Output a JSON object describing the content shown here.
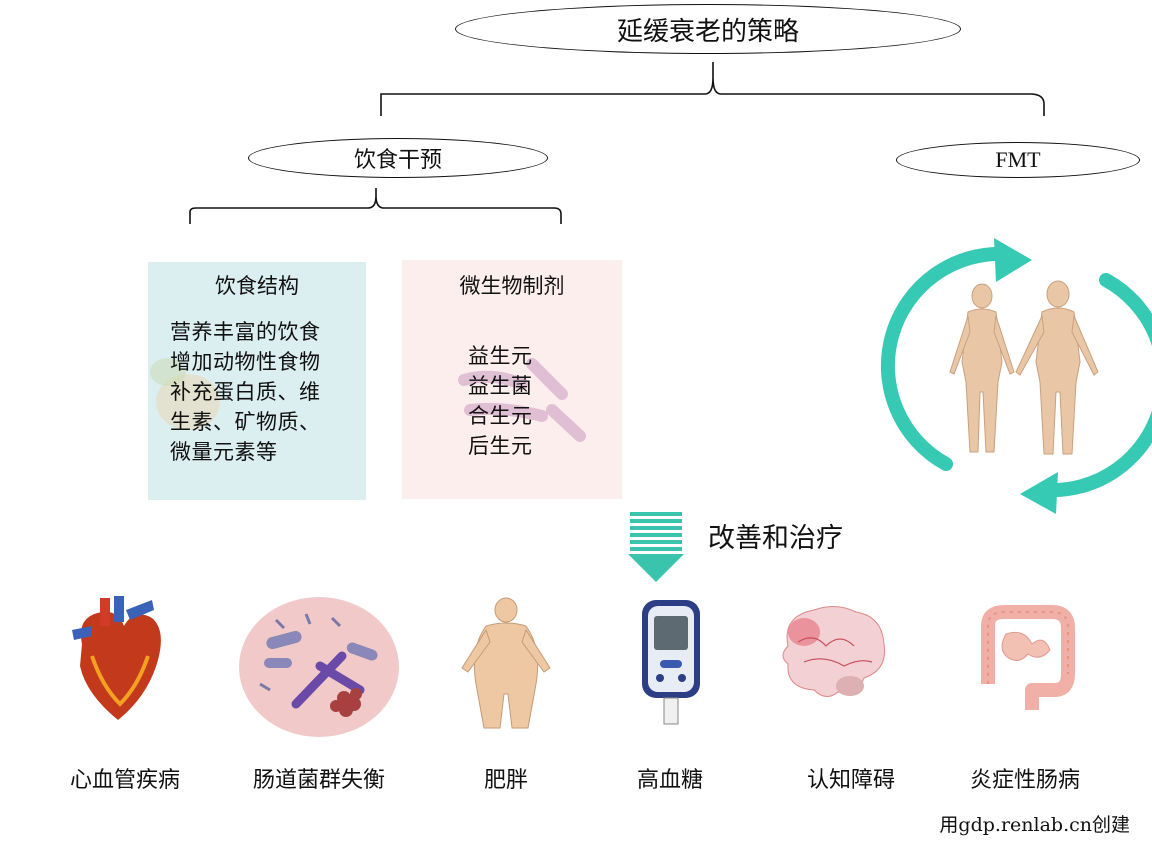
{
  "title": "延缓衰老的策略",
  "branches": {
    "diet": "饮食干预",
    "fmt": "FMT"
  },
  "diet_structure": {
    "title": "饮食结构",
    "lines": [
      "营养丰富的饮食",
      "增加动物性食物",
      "补充蛋白质、维",
      "生素、矿物质、",
      "微量元素等"
    ]
  },
  "microbial": {
    "title": "微生物制剂",
    "items": [
      "益生元",
      "益生菌",
      "合生元",
      "后生元"
    ]
  },
  "improve_label": "改善和治疗",
  "diseases": [
    "心血管疾病",
    "肠道菌群失衡",
    "肥胖",
    "高血糖",
    "认知障碍",
    "炎症性肠病"
  ],
  "credit": "用gdp.renlab.cn创建",
  "icons": [
    "heart-icon",
    "gut-bacteria-icon",
    "obese-person-icon",
    "glucose-meter-icon",
    "brain-icon",
    "intestine-icon",
    "fmt-cycle-icon"
  ],
  "colors": {
    "teal": "#36c9b4",
    "struct_bg": "#dbeef0",
    "micro_bg": "#fbeeed",
    "arrow_teal": "#3ac4ad"
  }
}
